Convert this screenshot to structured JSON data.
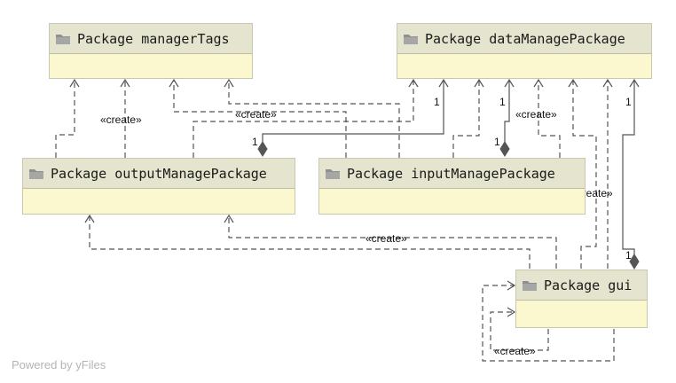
{
  "packages": {
    "managerTags": "Package managerTags",
    "dataManagePackage": "Package dataManagePackage",
    "outputManagePackage": "Package outputManagePackage",
    "inputManagePackage": "Package inputManagePackage",
    "gui": "Package gui"
  },
  "labels": {
    "create_output_tags": "«create»",
    "create_input_tags": "«create»",
    "create_input_data": "«create»",
    "create_gui_data": "«create»",
    "create_gui_output": "«create»",
    "create_gui_self": "«create»"
  },
  "multiplicities": {
    "output_data_data_end": "1",
    "output_data_output_end": "1",
    "input_data_data_end": "1",
    "input_data_input_end": "1",
    "gui_data_data_end": "1",
    "gui_data_gui_end": "1"
  },
  "icons": {
    "package": "folder-icon"
  },
  "watermark": "Powered by yFiles",
  "colors": {
    "header_bg": "#e4e4cf",
    "body_bg": "#fbf8cf",
    "line": "#555555",
    "diamond": "#555555"
  }
}
